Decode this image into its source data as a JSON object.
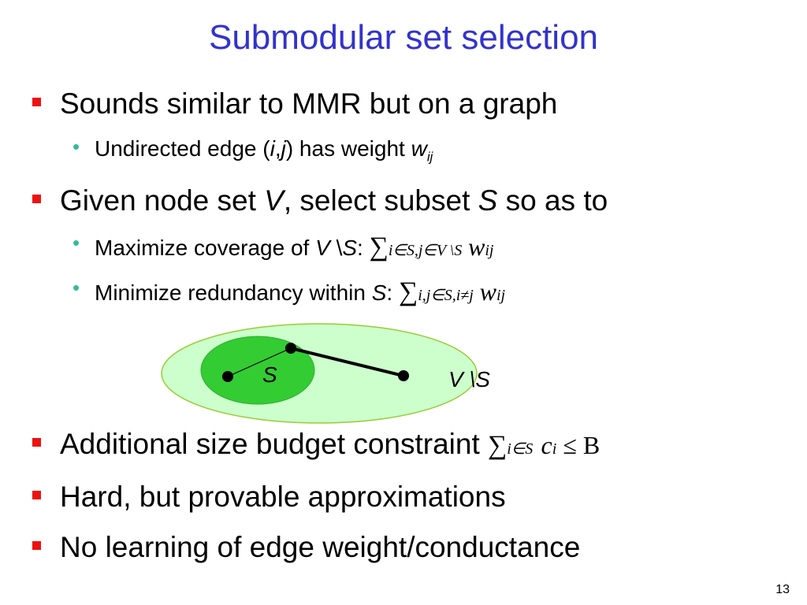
{
  "slide": {
    "title": "Submodular set selection",
    "page_number": "13"
  },
  "bullets": {
    "b1": "Sounds similar to MMR but on a graph",
    "b1_sub1": {
      "pre": "Undirected edge (",
      "i": "i",
      "comma": ",",
      "j": "j",
      "post": ") has weight ",
      "w": "w",
      "w_sub": "ij"
    },
    "b2": {
      "pre": "Given node set ",
      "V": "V",
      "mid": ", select subset ",
      "S": "S",
      "post": " so as to"
    },
    "b2_sub1": {
      "pre": "Maximize coverage of ",
      "V": "V",
      "slash": " \\",
      "S": "S",
      "colon": ":",
      "sum": "∑",
      "sum_sub": "i∈S,j∈V \\S",
      "term": "w",
      "term_sub": "ij"
    },
    "b2_sub2": {
      "pre": "Minimize redundancy within ",
      "S": "S",
      "colon": ":",
      "sum": "∑",
      "sum_sub": "i,j∈S,i≠j",
      "term": "w",
      "term_sub": "ij"
    },
    "b3": {
      "text": "Additional size budget constraint ",
      "sum": "∑",
      "sum_sub": "i∈S",
      "term": "c",
      "term_sub": "i",
      "rel": " ≤ B"
    },
    "b4": "Hard, but provable approximations",
    "b5": "No learning of edge weight/conductance"
  },
  "diagram": {
    "inner_label": "S",
    "outer_label": "V \\S",
    "colors": {
      "outer_fill": "#ccffcc",
      "outer_stroke": "#99cc33",
      "inner_fill": "#33cc33",
      "node": "#000000"
    }
  },
  "colors": {
    "title": "#3333cc",
    "main_bullet": "#ee1111",
    "sub_bullet": "#33bb99"
  }
}
